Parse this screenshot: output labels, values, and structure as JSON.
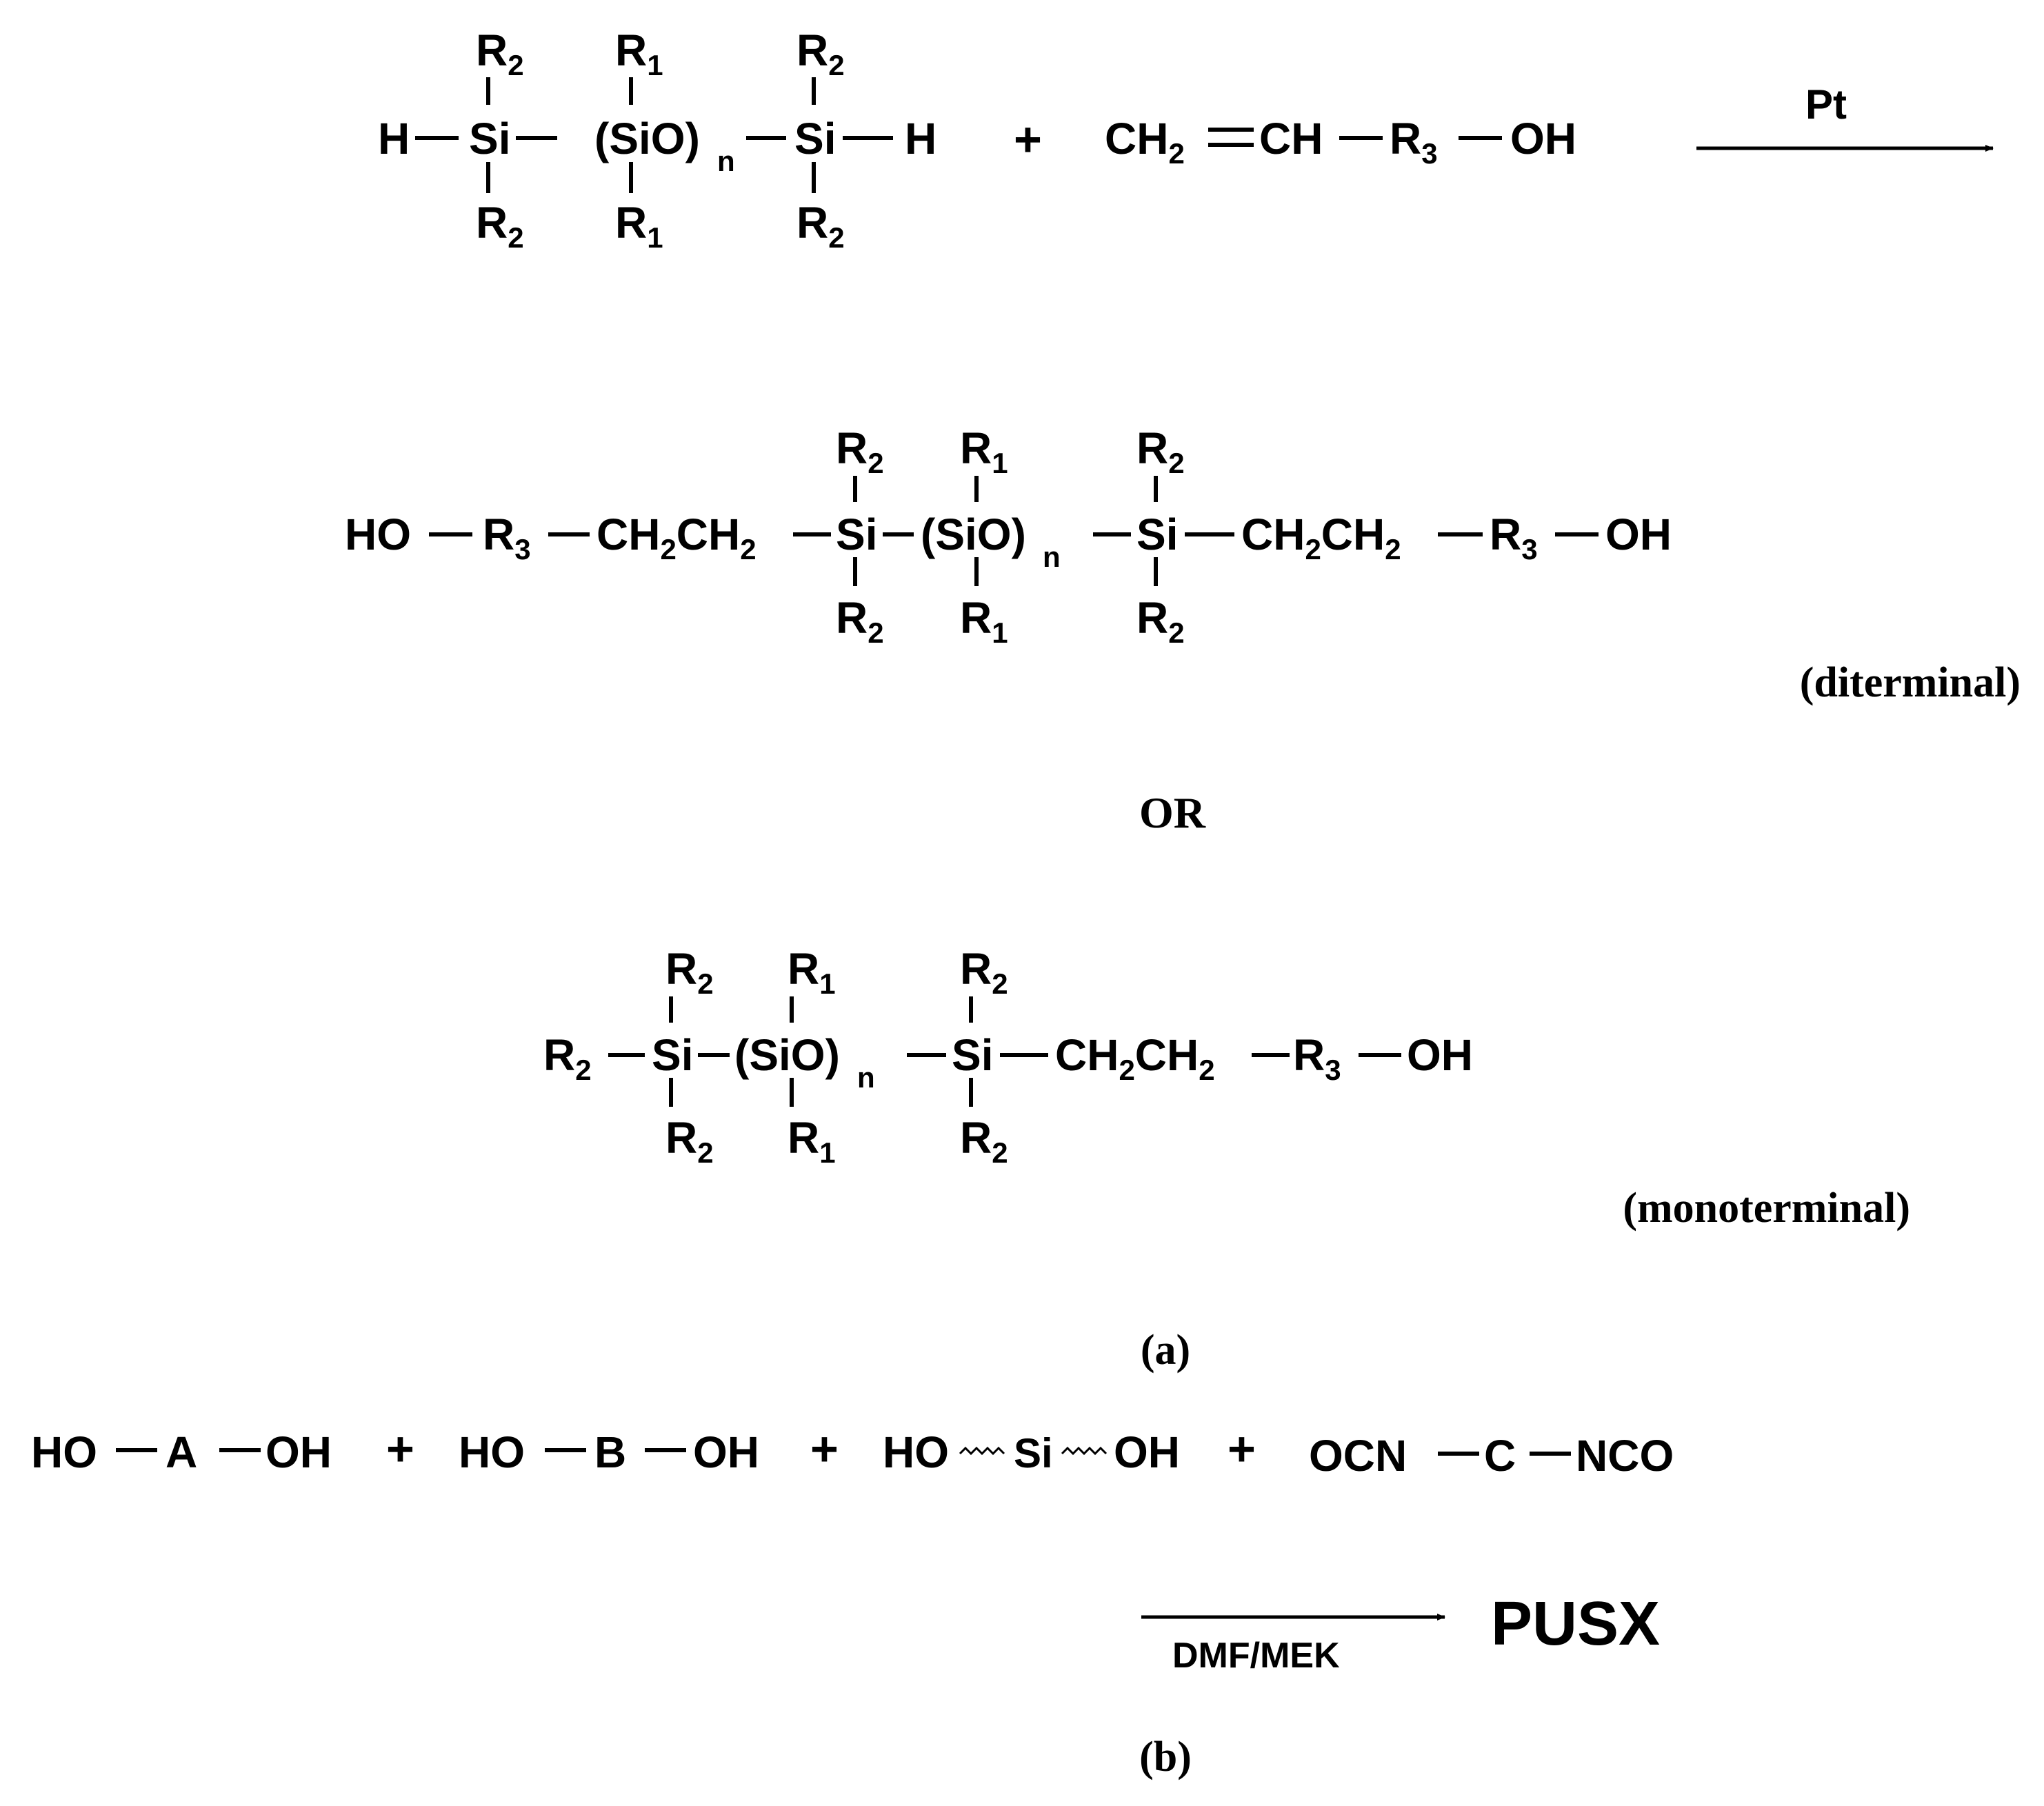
{
  "part_a": {
    "reactant_siloxane": {
      "h_left": "H",
      "si_left": "Si",
      "r2_top_left": "R2",
      "r2_bottom_left": "R2",
      "sio_repeat": "(SiO)",
      "n": "n",
      "r1_top": "R1",
      "r1_bottom": "R1",
      "si_right": "Si",
      "r2_top_right": "R2",
      "r2_bottom_right": "R2",
      "h_right": "H"
    },
    "plus": "+",
    "reactant_alkene": {
      "ch2": "CH2",
      "ch": "CH",
      "r3": "R3",
      "oh": "OH"
    },
    "catalyst": "Pt",
    "product_diterminal": {
      "ho_left": "HO",
      "r3_left": "R3",
      "ethyl_left": "CH2CH2",
      "si_left": "Si",
      "r2_top_left": "R2",
      "r2_bottom_left": "R2",
      "sio_repeat": "(SiO)",
      "n": "n",
      "r1_top": "R1",
      "r1_bottom": "R1",
      "si_right": "Si",
      "r2_top_right": "R2",
      "r2_bottom_right": "R2",
      "ethyl_right": "CH2CH2",
      "r3_right": "R3",
      "oh_right": "OH",
      "label": "(diterminal)"
    },
    "or_text": "OR",
    "product_monoterminal": {
      "r2_end": "R2",
      "si_left": "Si",
      "r2_top_left": "R2",
      "r2_bottom_left": "R2",
      "sio_repeat": "(SiO)",
      "n": "n",
      "r1_top": "R1",
      "r1_bottom": "R1",
      "si_right": "Si",
      "r2_top_right": "R2",
      "r2_bottom_right": "R2",
      "ethyl": "CH2CH2",
      "r3": "R3",
      "oh": "OH",
      "label": "(monoterminal)"
    },
    "caption": "(a)"
  },
  "part_b": {
    "diol_a": {
      "ho": "HO",
      "a": "A",
      "oh": "OH"
    },
    "diol_b": {
      "ho": "HO",
      "b": "B",
      "oh": "OH"
    },
    "siloxane_diol": {
      "ho": "HO",
      "si": "Si",
      "oh": "OH"
    },
    "diisocyanate": {
      "ocn": "OCN",
      "c": "C",
      "nco": "NCO"
    },
    "plus": "+",
    "solvent": "DMF/MEK",
    "product": "PUSX",
    "caption": "(b)"
  }
}
